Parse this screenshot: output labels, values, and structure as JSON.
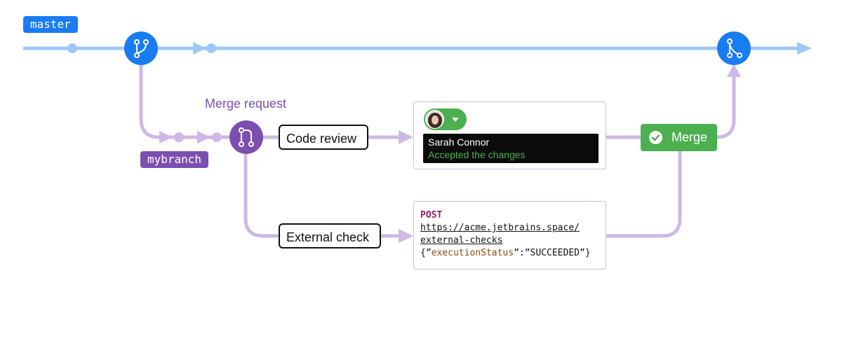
{
  "branches": {
    "master": "master",
    "mybranch": "mybranch"
  },
  "merge_request": {
    "label": "Merge request"
  },
  "steps": {
    "code_review": "Code review",
    "external_check": "External check"
  },
  "review": {
    "user_name": "Sarah Connor",
    "status": "Accepted the changes"
  },
  "external_check_request": {
    "method": "POST",
    "url_line1": "https://acme.jetbrains.space/",
    "url_line2": "external-checks",
    "body_open": "{”",
    "body_key": "executionStatus",
    "body_sep": "”:”",
    "body_value": "SUCCEEDED",
    "body_close": "”}"
  },
  "merge_button": {
    "label": "Merge"
  },
  "icons": {
    "branch_node": "git-branch-icon",
    "merge_request_node": "pull-request-icon",
    "merge_node": "git-merge-icon",
    "check": "check-circle-icon",
    "avatar": "user-avatar",
    "caret": "caret-down-icon"
  },
  "colors": {
    "master_line": "#9cc8f8",
    "master_node": "#1a7cf2",
    "branch_line": "#cdb9e4",
    "branch_node": "#7b4fb0",
    "success": "#4caf50",
    "keyword": "#a0196b"
  }
}
